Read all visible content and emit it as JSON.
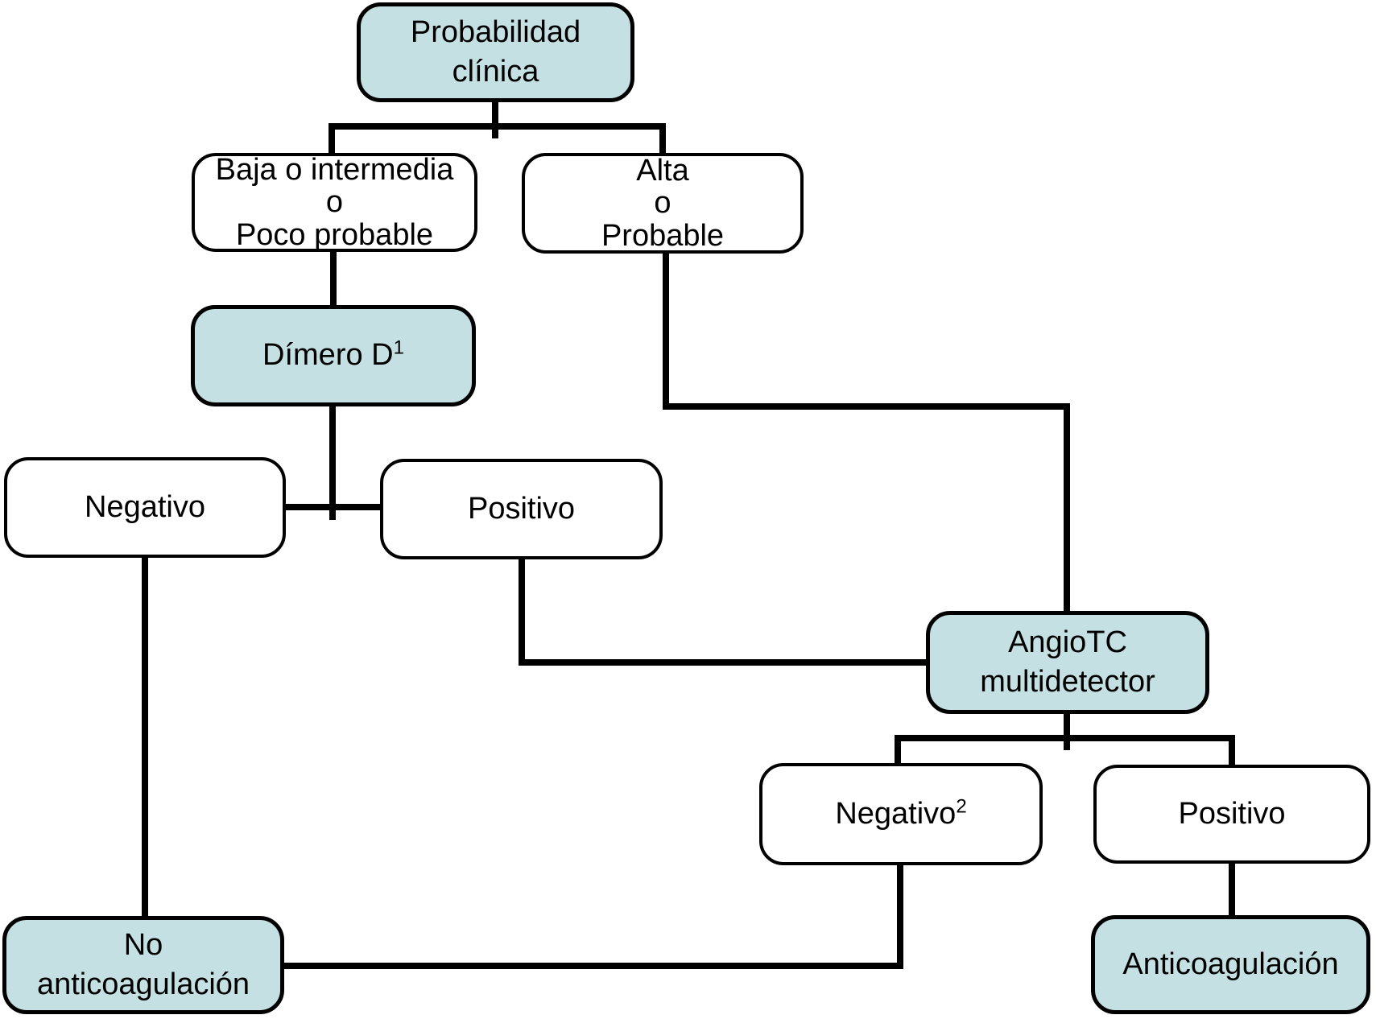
{
  "diagram_type": "flowchart",
  "language": "es",
  "colors": {
    "highlight_fill": "#c5e0e3",
    "box_fill": "#ffffff",
    "border": "#000000",
    "line": "#000000",
    "text": "#000000"
  },
  "nodes": {
    "clinical_probability": {
      "lines": [
        "Probabilidad",
        "clínica"
      ]
    },
    "low_intermediate": {
      "lines": [
        "Baja o intermedia",
        "o",
        "Poco probable"
      ]
    },
    "high_probable": {
      "lines": [
        "Alta",
        "o",
        "Probable"
      ]
    },
    "d_dimer": {
      "label": "Dímero D",
      "sup": "1"
    },
    "d_dimer_negative": {
      "label": "Negativo"
    },
    "d_dimer_positive": {
      "label": "Positivo"
    },
    "angio_ct": {
      "lines": [
        "AngioTC",
        "multidetector"
      ]
    },
    "ct_negative": {
      "label": "Negativo",
      "sup": "2"
    },
    "ct_positive": {
      "label": "Positivo"
    },
    "no_anticoagulation": {
      "lines": [
        "No",
        "anticoagulación"
      ]
    },
    "anticoagulation": {
      "label": "Anticoagulación"
    }
  },
  "edges": [
    {
      "from": "clinical_probability",
      "to": "low_intermediate"
    },
    {
      "from": "clinical_probability",
      "to": "high_probable"
    },
    {
      "from": "low_intermediate",
      "to": "d_dimer"
    },
    {
      "from": "d_dimer",
      "to": "d_dimer_negative"
    },
    {
      "from": "d_dimer",
      "to": "d_dimer_positive"
    },
    {
      "from": "d_dimer_negative",
      "to": "no_anticoagulation"
    },
    {
      "from": "d_dimer_positive",
      "to": "angio_ct"
    },
    {
      "from": "high_probable",
      "to": "angio_ct"
    },
    {
      "from": "angio_ct",
      "to": "ct_negative"
    },
    {
      "from": "angio_ct",
      "to": "ct_positive"
    },
    {
      "from": "ct_negative",
      "to": "no_anticoagulation"
    },
    {
      "from": "ct_positive",
      "to": "anticoagulation"
    }
  ]
}
